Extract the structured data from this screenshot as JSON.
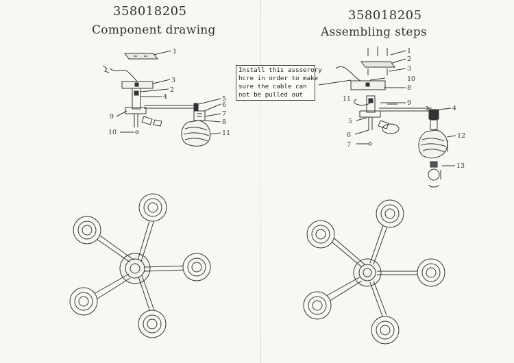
{
  "left_panel": {
    "model_code": "358018205",
    "title": "Component drawing",
    "labels": [
      "1",
      "3",
      "2",
      "4",
      "5",
      "6",
      "7",
      "8",
      "9",
      "10",
      "11"
    ]
  },
  "right_panel": {
    "model_code": "358018205",
    "title": "Assembling steps",
    "note_lines": [
      "Install this assserory",
      "hcre in order to make",
      "sure the cable can",
      "not be pulled out"
    ],
    "labels": [
      "1",
      "2",
      "3",
      "10",
      "8",
      "11",
      "9",
      "4",
      "5",
      "6",
      "7",
      "12",
      "13"
    ]
  }
}
